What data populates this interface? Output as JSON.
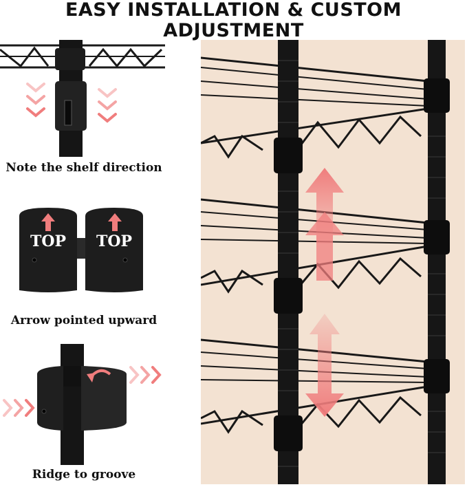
{
  "headline": "EASY INSTALLATION & CUSTOM ADJUSTMENT",
  "steps": [
    {
      "caption": "Note the shelf direction"
    },
    {
      "caption": "Arrow pointed upward",
      "sleeve_label": "TOP"
    },
    {
      "caption": "Ridge to groove"
    }
  ],
  "colors": {
    "frame": "#151515",
    "accent_arrow": "#f07d7d",
    "backdrop": "#f3e2d2",
    "text": "#111111"
  },
  "icons": [
    "down-chevron-arrows",
    "up-arrow-icon",
    "curved-arrow-icon",
    "right-chevron-arrows",
    "up-down-arrow-icon"
  ]
}
